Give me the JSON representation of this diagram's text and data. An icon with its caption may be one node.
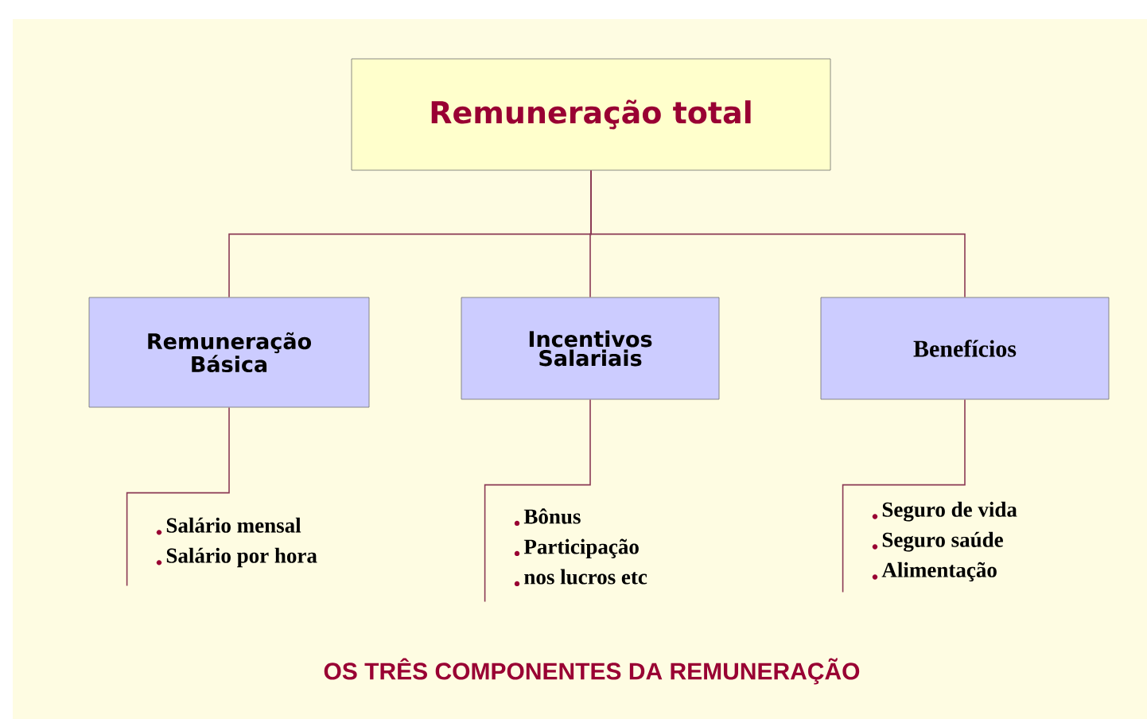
{
  "diagram": {
    "caption": "OS TRÊS COMPONENTES DA REMUNERAÇÃO",
    "nodes": [
      {
        "text": [
          "Remuneração total"
        ]
      },
      {
        "text": [
          "Remuneração Básica"
        ]
      },
      {
        "text": [
          "Incentivos Salariais"
        ]
      },
      {
        "text": [
          "Benefícios"
        ]
      },
      {
        "text": [
          "Salário mensal",
          "Salário por hora"
        ]
      },
      {
        "text": [
          "Bônus",
          "Participação",
          "nos lucros etc"
        ]
      },
      {
        "text": [
          "Seguro de vida",
          "Seguro saúde",
          "Alimentação"
        ]
      }
    ],
    "edges": [
      {
        "from": 0,
        "to": 1,
        "arrow": "none"
      },
      {
        "from": 0,
        "to": 2,
        "arrow": "none"
      },
      {
        "from": 0,
        "to": 3,
        "arrow": "none"
      },
      {
        "from": 1,
        "to": 4,
        "arrow": "none"
      },
      {
        "from": 2,
        "to": 5,
        "arrow": "none"
      },
      {
        "from": 3,
        "to": 6,
        "arrow": "none"
      }
    ]
  }
}
